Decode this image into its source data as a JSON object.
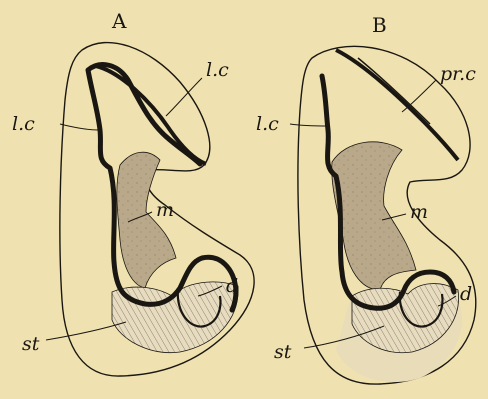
{
  "panels": [
    {
      "letter": "A",
      "labels": {
        "lc_top": "l.c",
        "lc_left": "l.c",
        "m": "m",
        "d": "d",
        "st": "st"
      }
    },
    {
      "letter": "B",
      "labels": {
        "prc": "pr.c",
        "lc_left": "l.c",
        "m": "m",
        "d": "d",
        "st": "st"
      }
    }
  ],
  "colors": {
    "background": "#efe2b0",
    "outline": "#1a1712",
    "medulla_fill": "#b9a98a",
    "stripe_fill": "#e7dcc0"
  }
}
